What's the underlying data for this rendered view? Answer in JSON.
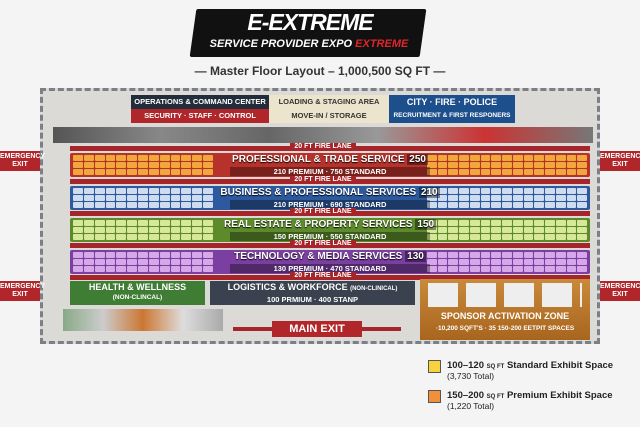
{
  "logo": {
    "main": "E-EXTREME",
    "sub_white": "SERVICE PROVIDER EXPO",
    "sub_red": "EXTREME"
  },
  "subtitle": "— Master Floor Layout – 1,000,500 SQ FT —",
  "top": {
    "ops": "OPERATIONS & COMMAND CENTER",
    "security": "SECURITY · STAFF · CONTROL",
    "loading": "LOADING & STAGING AREA",
    "movein": "MOVE-IN / STORAGE",
    "city": "CITY · FIRE · POLICE",
    "recruit": "RECRUITMENT & FIRST RESPONERS"
  },
  "fire_lane": "20 FT FIRE LANE",
  "rows": [
    {
      "title": "PROFESSIONAL & TRADE SERVICE",
      "count": "250",
      "sub": "210 PREMIUM · 750 STANDARD",
      "color": "#b8322c",
      "booth": "#f0a83c"
    },
    {
      "title": "BUSINESS & PROFESSIONAL SERVICES",
      "count": "210",
      "sub": "210 PREMIUM · 690 STANDARD",
      "color": "#2d5a9e",
      "booth": "#cfdcf0"
    },
    {
      "title": "REAL ESTATE & PROPERTY SERVICES",
      "count": "150",
      "sub": "150 PREMIUM · 550 STANDARD",
      "color": "#5d8a2a",
      "booth": "#d8e89a"
    },
    {
      "title": "TECHNOLOGY & MEDIA SERVICES",
      "count": "130",
      "sub": "130 PREMIUM · 470 STANDARD",
      "color": "#7a3fa0",
      "booth": "#d6a8e8"
    }
  ],
  "zones": {
    "health": "HEALTH & WELLNESS",
    "health_sub": "(NON-CLINCAL)",
    "logistics": "LOGISTICS & WORKFORCE",
    "logistics_note": "(NON-CLINICAL)",
    "logistics_sub": "100 PRMIUM · 400 STANP",
    "sponsor": "SPONSOR ACTIVATION ZONE",
    "sponsor_sub": "·10,200 SQFT'S · 35 150-200 EETPIT SPACES"
  },
  "main_exit": "MAIN EXIT",
  "emergency_exit": [
    "EMERGENCY",
    "EXIT"
  ],
  "legend": [
    {
      "range": "100–120",
      "unit": "SQ FT",
      "label": "Standard Exhibit Space",
      "total": "(3,730 Total)",
      "color": "#f6d33c"
    },
    {
      "range": "150–200",
      "unit": "SQ FT",
      "label": "Premium Exhibit Space",
      "total": "(1,220 Total)",
      "color": "#f0903a"
    }
  ]
}
